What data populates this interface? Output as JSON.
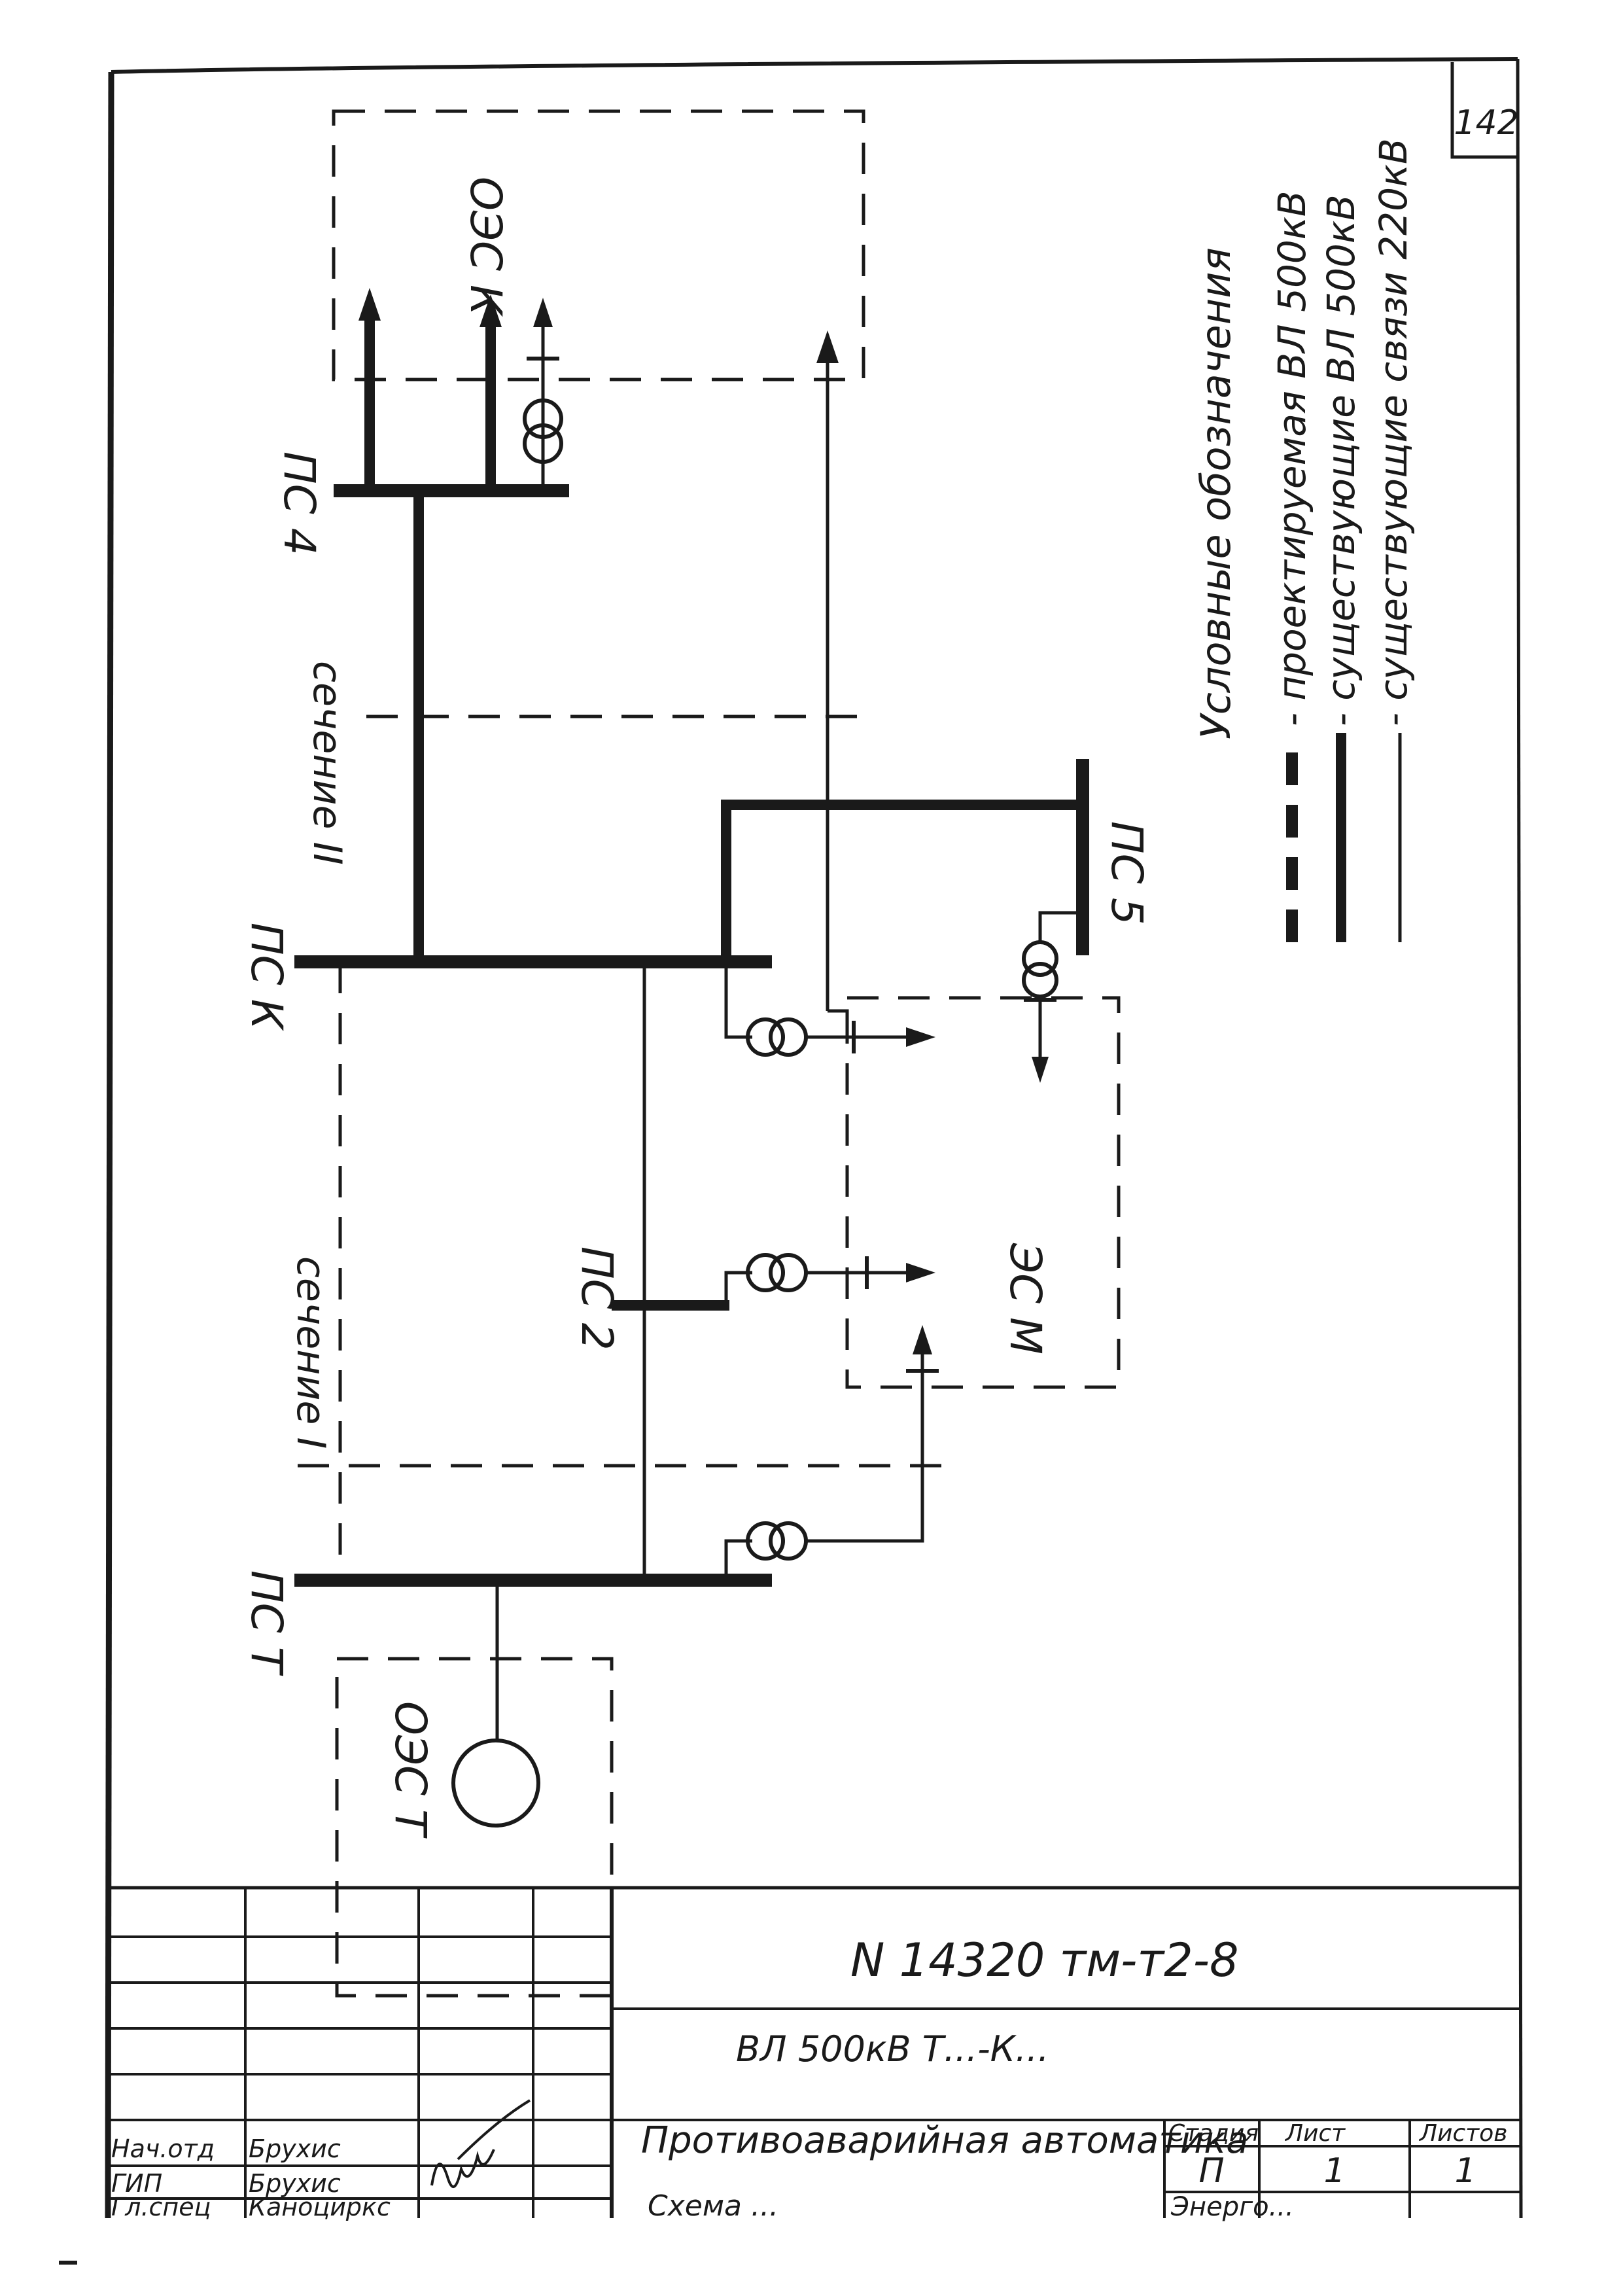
{
  "sheet_number": "142",
  "blocks": {
    "oes_k": "ОЭС К",
    "oes_t": "ОЭС Т",
    "es_m": "ЭС М"
  },
  "substations": {
    "ps4": "ПС 4",
    "psk": "ПС К",
    "ps2": "ПС 2",
    "pst": "ПС Т",
    "ps5": "ПС 5"
  },
  "sections": {
    "s2": "сечение II",
    "s1": "сечение I"
  },
  "legend": {
    "title": "Условные обозначения",
    "items": [
      {
        "style": "dashed-thick",
        "label": "- проектируемая ВЛ 500кВ"
      },
      {
        "style": "solid-thick",
        "label": "- существующие ВЛ 500кВ"
      },
      {
        "style": "solid-thin",
        "label": "- существующие связи 220кВ"
      }
    ]
  },
  "title_block": {
    "drawing_code": "N 14320 тм-т2-8",
    "line_name": "ВЛ 500кВ Т...-К...",
    "title": "Противоаварийная автоматика",
    "subtitle": "Схема ...",
    "company": "Энерго...",
    "stage_header": "Стадия",
    "sheet_header": "Лист",
    "sheets_header": "Листов",
    "stage": "П",
    "sheet": "1",
    "sheets": "1",
    "signers": [
      {
        "role": "Нач.отд",
        "name": "Брухис"
      },
      {
        "role": "ГИП",
        "name": "Брухис"
      },
      {
        "role": "Гл.спец",
        "name": "Каноциркс"
      }
    ]
  }
}
